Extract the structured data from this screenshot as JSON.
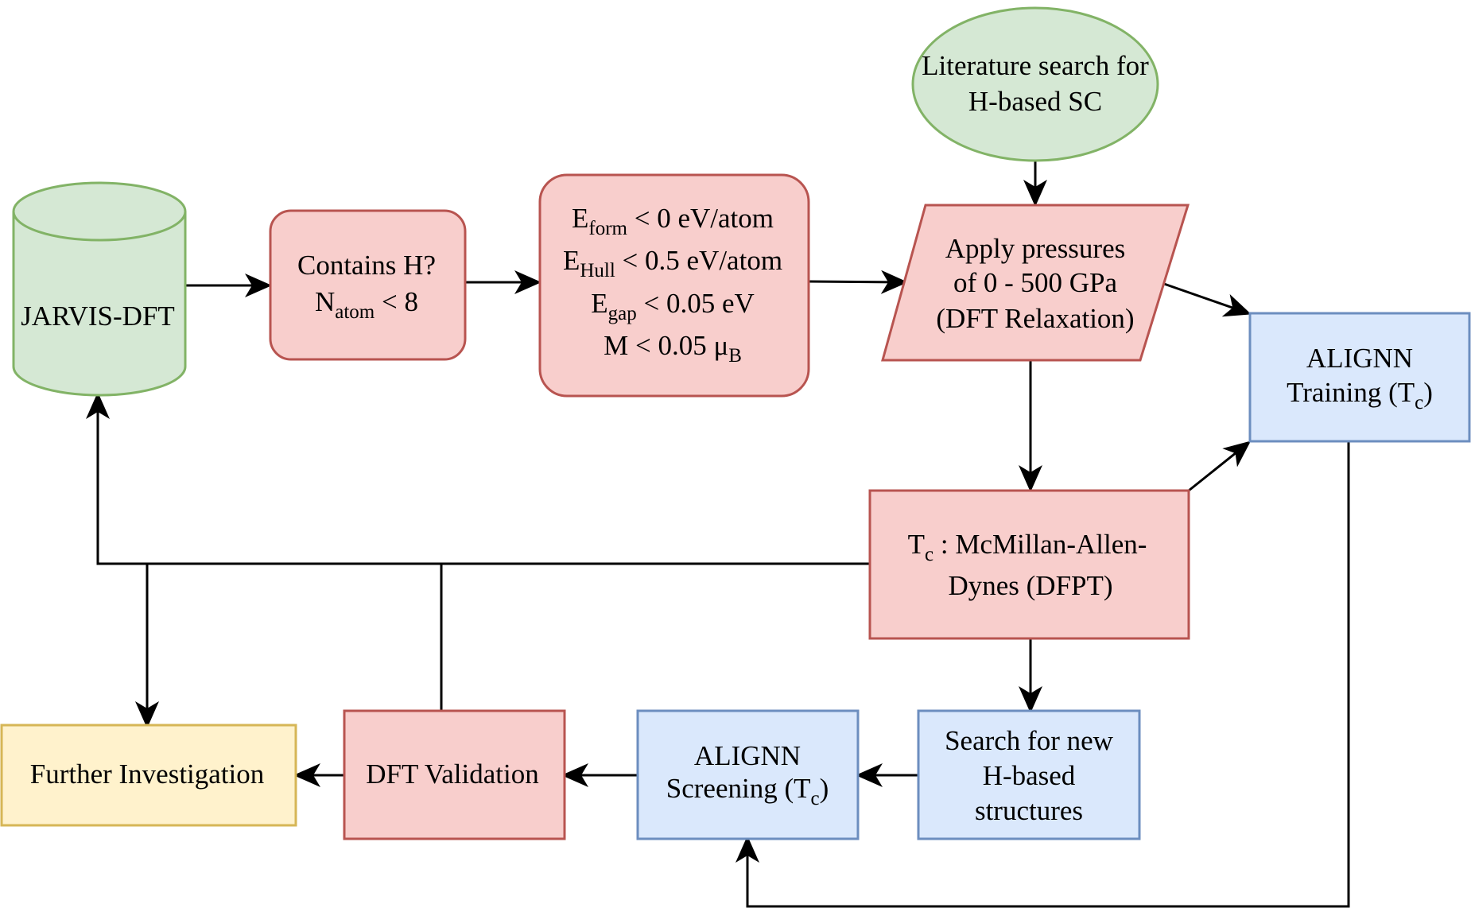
{
  "nodes": {
    "literature": {
      "line1": "Literature search for",
      "line2": "H-based SC"
    },
    "jarvis": {
      "label": "JARVIS-DFT"
    },
    "contains": {
      "line1": "Contains H?",
      "line2_main": "N",
      "line2_sub": "atom",
      "line2_rest": " < 8"
    },
    "criteria": {
      "l1_main": "E",
      "l1_sub": "form",
      "l1_rest": " < 0 eV/atom",
      "l2_main": "E",
      "l2_sub": "Hull",
      "l2_rest": " < 0.5 eV/atom",
      "l3_main": "E",
      "l3_sub": "gap",
      "l3_rest": " < 0.05 eV",
      "l4_main": "M < 0.05 μ",
      "l4_sub": "B"
    },
    "pressure": {
      "line1": "Apply pressures",
      "line2": "of 0 - 500 GPa",
      "line3": "(DFT Relaxation)"
    },
    "training": {
      "line1": "ALIGNN",
      "line2_main": "Training (T",
      "line2_sub": "c",
      "line2_rest": ")"
    },
    "tc": {
      "l1_main": "T",
      "l1_sub": "c",
      "l1_rest": " : McMillan-Allen-",
      "line2": "Dynes (DFPT)"
    },
    "search": {
      "line1": "Search for new",
      "line2": "H-based",
      "line3": "structures"
    },
    "screening": {
      "line1": "ALIGNN",
      "line2_main": "Screening (T",
      "line2_sub": "c",
      "line2_rest": ")"
    },
    "validation": {
      "label": "DFT Validation"
    },
    "further": {
      "label": "Further Investigation"
    }
  },
  "colors": {
    "green_fill": "#d5e8d4",
    "green_stroke": "#82b366",
    "red_fill": "#f8cecc",
    "red_stroke": "#b85450",
    "blue_fill": "#dae8fc",
    "blue_stroke": "#6c8ebf",
    "yellow_fill": "#fff2cc",
    "yellow_stroke": "#d6b656",
    "arrow": "#000000"
  }
}
